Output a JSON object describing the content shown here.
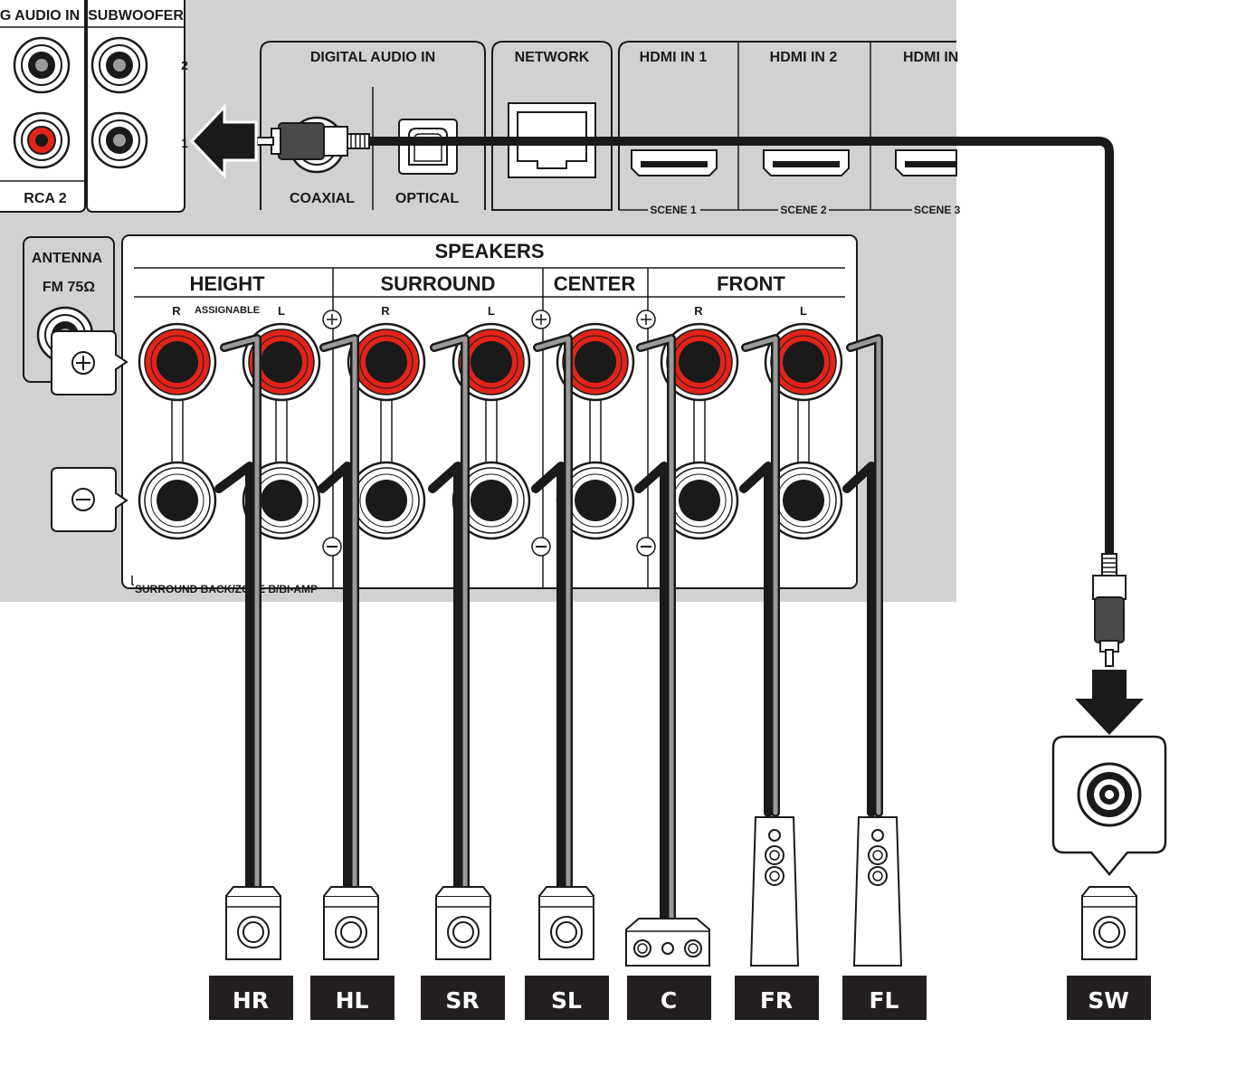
{
  "top_panel": {
    "analog_audio_in": "G AUDIO IN",
    "subwoofer": "SUBWOOFER",
    "sub_ch_2": "2",
    "sub_ch_1": "1",
    "rca2": "RCA 2",
    "digital_audio_in": "DIGITAL AUDIO IN",
    "coaxial": "COAXIAL",
    "optical": "OPTICAL",
    "network": "NETWORK",
    "hdmi1": "HDMI IN 1",
    "hdmi2": "HDMI IN 2",
    "hdmi3": "HDMI IN",
    "scene1": "SCENE 1",
    "scene2": "SCENE 2",
    "scene3": "SCENE 3"
  },
  "antenna": {
    "title": "ANTENNA",
    "fm": "FM  75Ω"
  },
  "speakers_panel": {
    "title": "SPEAKERS",
    "height": "HEIGHT",
    "surround": "SURROUND",
    "center": "CENTER",
    "front": "FRONT",
    "assignable": "ASSIGNABLE",
    "height_r": "R",
    "height_l": "L",
    "surround_r": "R",
    "surround_l": "L",
    "front_r": "R",
    "front_l": "L",
    "footer": "SURROUND BACK/ZONE B/BI-AMP"
  },
  "speaker_labels": [
    "HR",
    "HL",
    "SR",
    "SL",
    "C",
    "FR",
    "FL",
    "SW"
  ],
  "colors": {
    "panel_grey": "#d1d1d1",
    "positive_red": "#e2231a",
    "cable_dark": "#1a1a1a",
    "label_black": "#231f20"
  }
}
